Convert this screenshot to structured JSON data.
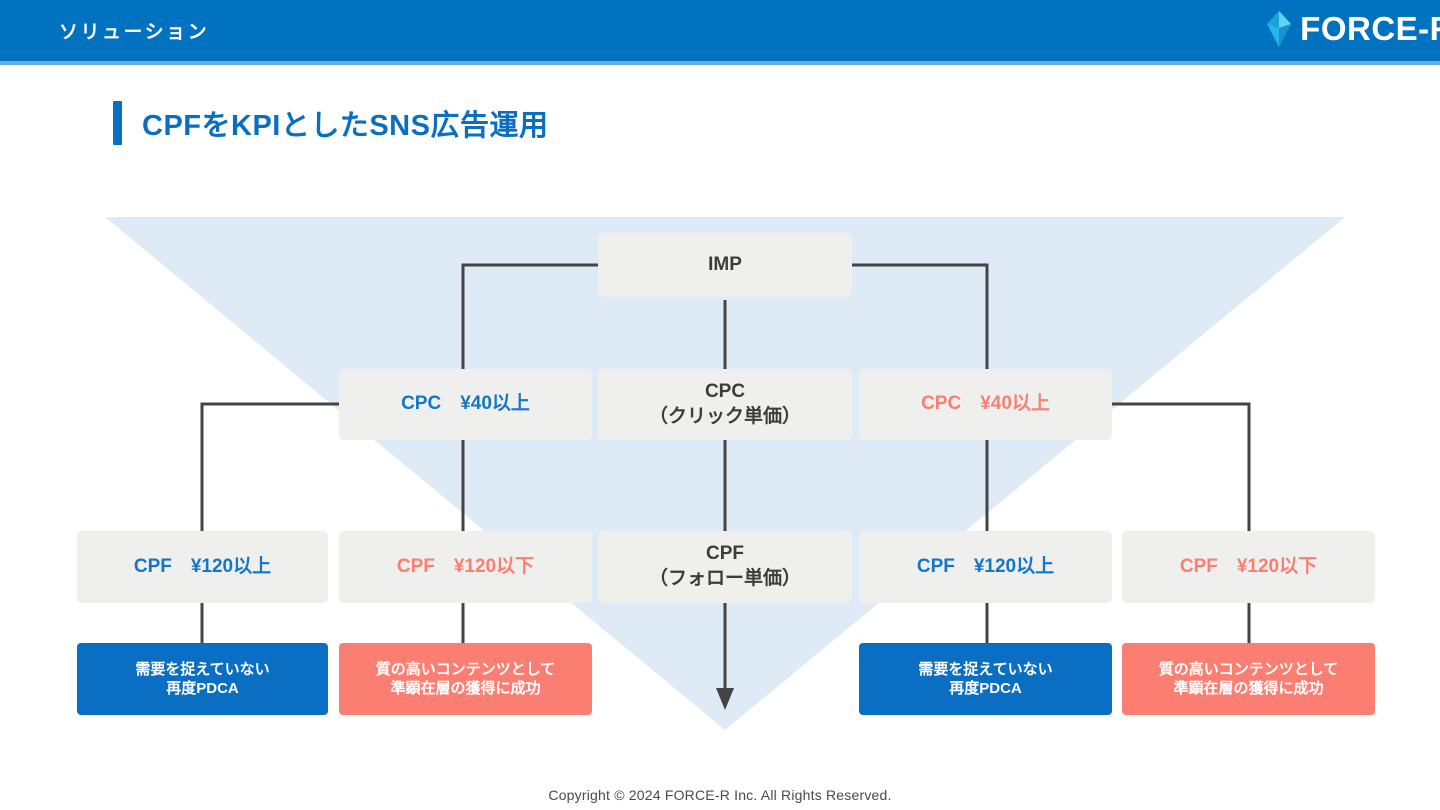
{
  "header": {
    "title": "ソリューション",
    "brand_name": "FORCE-R",
    "brand_icon": "diamond-crystal-icon",
    "bg_color": "#0072c0",
    "underline_color": "#6aaddf"
  },
  "slide": {
    "title": "CPFをKPIとしたSNS広告運用",
    "accent_color": "#0a6fc2"
  },
  "diagram": {
    "funnel_color": "#dfeaf7",
    "connector_color": "#444444",
    "box_bg": "#efefed",
    "positive_color": "#1476c6",
    "negative_color": "#fa7f72",
    "result_blue": "#0a6fc2",
    "result_salmon": "#fa7f72",
    "nodes": {
      "imp": {
        "label": "IMP"
      },
      "cpc_left": {
        "label": "CPC　¥40以上"
      },
      "cpc_center_line1": {
        "label": "CPC"
      },
      "cpc_center_line2": {
        "label": "（クリック単価）"
      },
      "cpc_right": {
        "label": "CPC　¥40以上"
      },
      "cpf_l1": {
        "label": "CPF　¥120以上"
      },
      "cpf_l2": {
        "label": "CPF　¥120以下"
      },
      "cpf_center_line1": {
        "label": "CPF"
      },
      "cpf_center_line2": {
        "label": "（フォロー単価）"
      },
      "cpf_r1": {
        "label": "CPF　¥120以上"
      },
      "cpf_r2": {
        "label": "CPF　¥120以下"
      },
      "result_l1_line1": {
        "label": "需要を捉えていない"
      },
      "result_l1_line2": {
        "label": "再度PDCA"
      },
      "result_l2_line1": {
        "label": "質の高いコンテンツとして"
      },
      "result_l2_line2": {
        "label": "準顕在層の獲得に成功"
      },
      "result_r1_line1": {
        "label": "需要を捉えていない"
      },
      "result_r1_line2": {
        "label": "再度PDCA"
      },
      "result_r2_line1": {
        "label": "質の高いコンテンツとして"
      },
      "result_r2_line2": {
        "label": "準顕在層の獲得に成功"
      }
    }
  },
  "footer": {
    "copyright": "Copyright © 2024 FORCE-R Inc. All Rights Reserved."
  }
}
